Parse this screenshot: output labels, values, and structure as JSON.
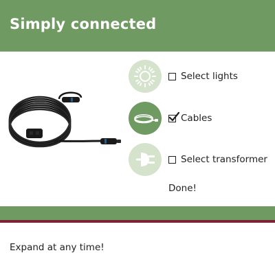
{
  "header": {
    "title": "Simply connected"
  },
  "steps": [
    {
      "icon": "sun-icon",
      "label": "Select lights",
      "checked": false
    },
    {
      "icon": "cable-icon",
      "label": "Cables",
      "checked": true
    },
    {
      "icon": "plug-icon",
      "label": "Select transformer",
      "checked": false
    }
  ],
  "status": {
    "done": "Done!"
  },
  "footer": {
    "text": "Expand at any time!"
  },
  "colors": {
    "brand_green": "#6f9a61",
    "light_green": "#d5e3cd",
    "accent_red": "#7a2434"
  }
}
